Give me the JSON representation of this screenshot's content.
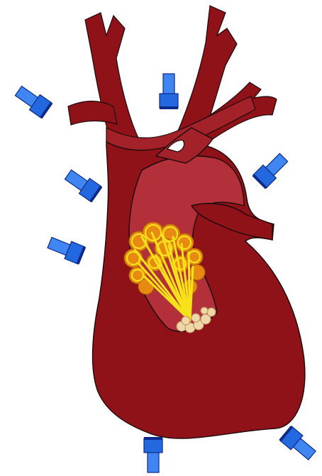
{
  "diagram": {
    "subject": "heart-illustration",
    "colors": {
      "heart_dark": "#8e1218",
      "heart_mid": "#a3222a",
      "heart_light": "#b3303a",
      "outline": "#1a0a0a",
      "connector_blue": "#2468e0",
      "connector_light": "#3f86f2",
      "connector_dark": "#0d2a8a",
      "burst_yellow": "#f7e21a",
      "burst_orange": "#e88a12",
      "cap_tan": "#f0d7a8"
    },
    "connectors": [
      {
        "id": "upper-left",
        "icon": "connector-icon"
      },
      {
        "id": "top-center",
        "icon": "connector-icon"
      },
      {
        "id": "right-upper",
        "icon": "connector-icon"
      },
      {
        "id": "left-middle",
        "icon": "connector-icon"
      },
      {
        "id": "left-lower",
        "icon": "connector-icon"
      },
      {
        "id": "bottom-center",
        "icon": "connector-icon"
      },
      {
        "id": "bottom-right",
        "icon": "connector-icon"
      }
    ]
  }
}
